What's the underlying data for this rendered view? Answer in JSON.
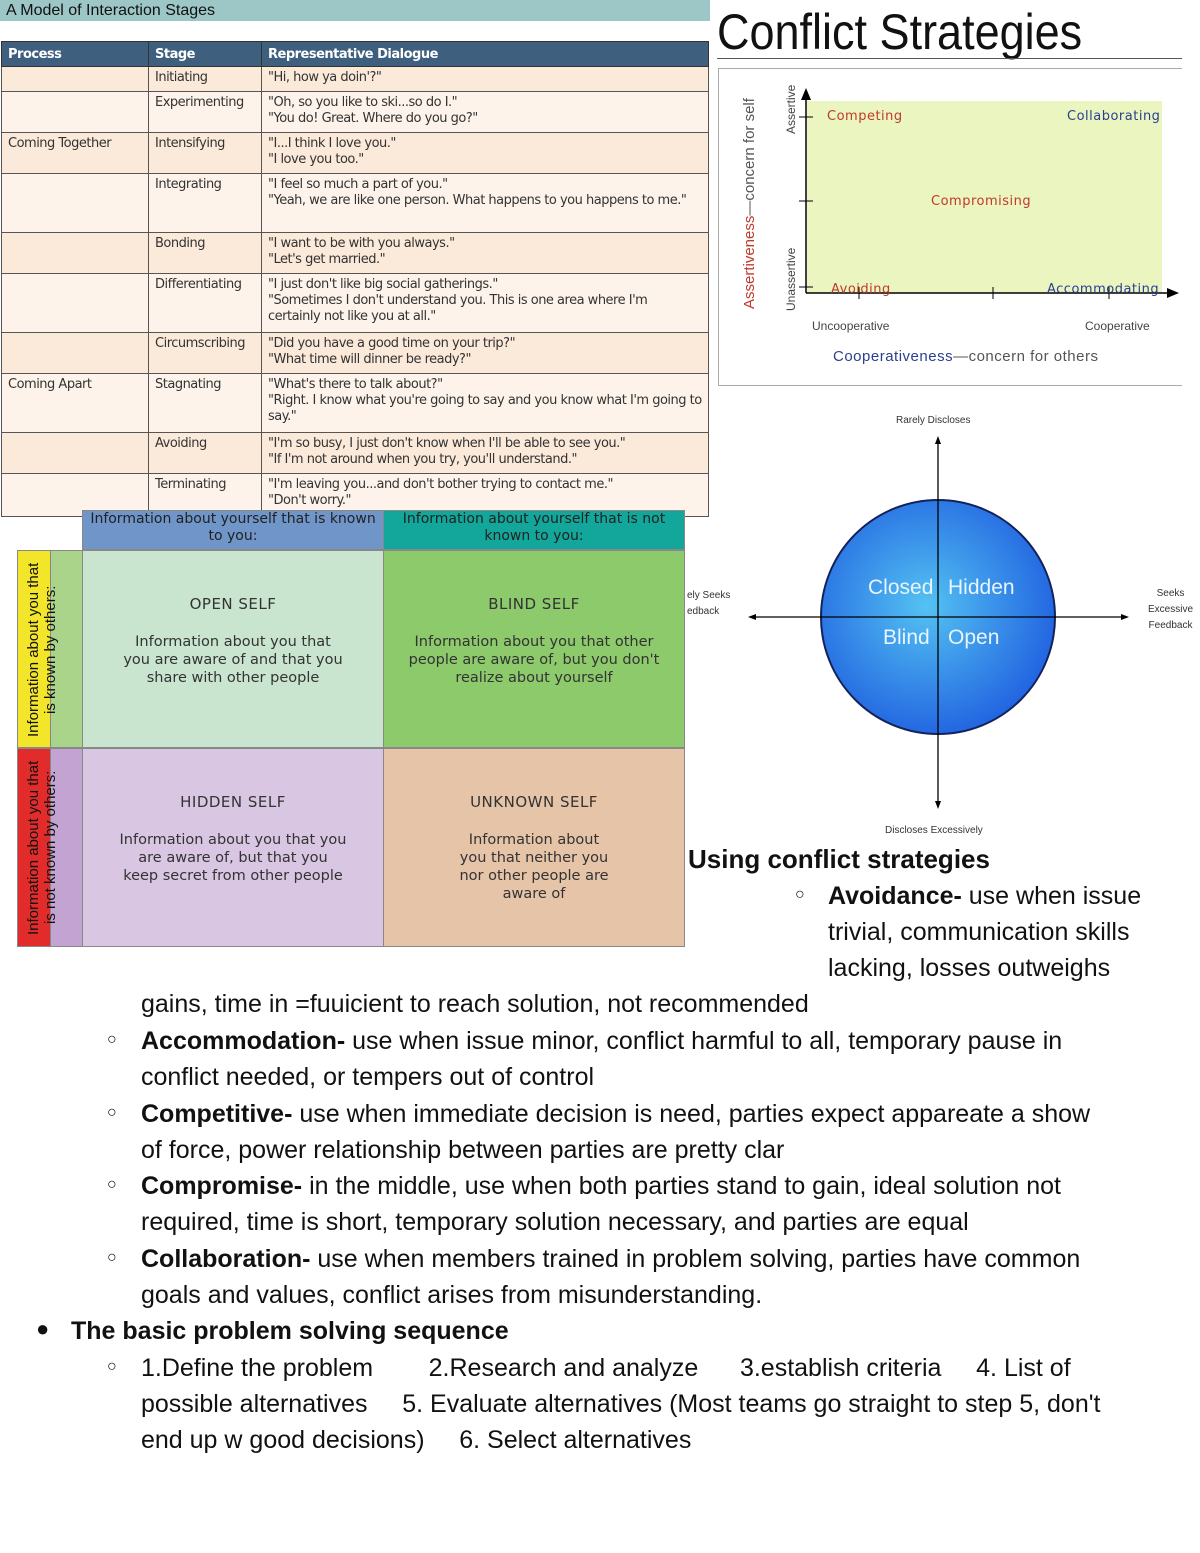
{
  "table": {
    "title": "A Model of Interaction Stages",
    "headers": [
      "Process",
      "Stage",
      "Representative Dialogue"
    ],
    "rows": [
      {
        "process": "",
        "stage": "Initiating",
        "dialogue": [
          "\"Hi, how ya doin'?\""
        ]
      },
      {
        "process": "",
        "stage": "Experimenting",
        "dialogue": [
          "\"Oh, so you like to ski...so do I.\"",
          "\"You do! Great. Where do you go?\""
        ]
      },
      {
        "process": "Coming Together",
        "stage": "Intensifying",
        "dialogue": [
          "\"I...I think I love you.\"",
          "\"I love you too.\""
        ]
      },
      {
        "process": "",
        "stage": "Integrating",
        "dialogue": [
          "\"I feel so much a part of you.\"",
          "\"Yeah, we are like one person. What happens to you happens to me.\""
        ]
      },
      {
        "process": "",
        "stage": "Bonding",
        "dialogue": [
          "\"I want to be with you always.\"",
          "\"Let's get married.\""
        ]
      },
      {
        "process": "",
        "stage": "Differentiating",
        "dialogue": [
          "\"I just don't like big social gatherings.\"",
          "\"Sometimes I don't understand you. This is one area where I'm certainly not like you at all.\""
        ]
      },
      {
        "process": "",
        "stage": "Circumscribing",
        "dialogue": [
          "\"Did you have a good time on your trip?\"",
          "\"What time will dinner be ready?\""
        ]
      },
      {
        "process": "Coming Apart",
        "stage": "Stagnating",
        "dialogue": [
          "\"What's there to talk about?\"",
          "\"Right. I know what you're going to say and you know what I'm going to say.\""
        ]
      },
      {
        "process": "",
        "stage": "Avoiding",
        "dialogue": [
          "\"I'm so busy, I just don't know when I'll be able to see you.\"",
          "\"If I'm not around when you try, you'll understand.\""
        ]
      },
      {
        "process": "",
        "stage": "Terminating",
        "dialogue": [
          "\"I'm leaving you...and don't bother trying to contact me.\"",
          "\"Don't worry.\""
        ]
      }
    ]
  },
  "johari": {
    "col1": "Information about yourself that is known to you:",
    "col2": "Information about yourself that is not known to you:",
    "row1": "Information about you that is known by others:",
    "row2": "Information about you that is not known by others:",
    "open": {
      "title": "OPEN SELF",
      "desc": "Information about you that you are aware of and that you share with other people"
    },
    "blind": {
      "title": "BLIND SELF",
      "desc": "Information about you that other people are aware of, but you don't realize about yourself"
    },
    "hidden": {
      "title": "HIDDEN SELF",
      "desc": "Information about you that you are aware of, but that you keep secret from other people"
    },
    "unknown": {
      "title": "UNKNOWN SELF",
      "desc": "Information about you that neither you nor other people are aware of"
    }
  },
  "conflict": {
    "title": "Conflict Strategies",
    "y_axis": "Assertiveness",
    "y_axis_rest": "—concern for self",
    "assertive": "Assertive",
    "unassertive": "Unassertive",
    "x_axis": "Cooperativeness",
    "x_axis_rest": "—concern for others",
    "uncooperative": "Uncooperative",
    "cooperative": "Cooperative",
    "competing": "Competing",
    "collaborating": "Collaborating",
    "compromising": "Compromising",
    "avoiding": "Avoiding",
    "accommodating": "Accommodating"
  },
  "circle": {
    "top": "Rarely Discloses",
    "bottom": "Discloses Excessively",
    "left1": "ely Seeks",
    "left2": "edback",
    "right1": "Seeks",
    "right2": "Excessive",
    "right3": "Feedback",
    "closed": "Closed",
    "hidden": "Hidden",
    "blind": "Blind",
    "open": "Open"
  },
  "notes": {
    "heading": "Using conflict strategies",
    "avoid_b": "Avoidance-",
    "avoid_1": " use when issue",
    "avoid_2": "trivial, communication skills",
    "avoid_3": "lacking, losses outweighs",
    "avoid_4": "gains, time in =fuuicient to reach solution, not recommended",
    "acc_b": "Accommodation-",
    "acc_1": " use when issue minor, conflict harmful to all, temporary pause in",
    "acc_2": "conflict needed, or tempers out of control",
    "comp_b": "Competitive-",
    "comp_1": " use when immediate decision is need, parties expect appareate a show",
    "comp_2": "of force, power relationship between parties are pretty clar",
    "compr_b": "Compromise-",
    "compr_1": " in the middle, use when both parties stand to gain, ideal solution not",
    "compr_2": "required, time is short, temporary solution necessary, and parties are equal",
    "coll_b": "Collaboration-",
    "coll_1": " use when members trained in problem solving, parties have common",
    "coll_2": "goals and values, conflict arises from misunderstanding.",
    "seq_heading": "The basic problem solving sequence",
    "seq_1": "1.Define the problem        2.Research and analyze      3.establish criteria     4. List of",
    "seq_2": "possible alternatives     5. Evaluate alternatives (Most teams go straight to step 5, don't",
    "seq_3": "end up w good decisions)     6. Select alternatives"
  }
}
